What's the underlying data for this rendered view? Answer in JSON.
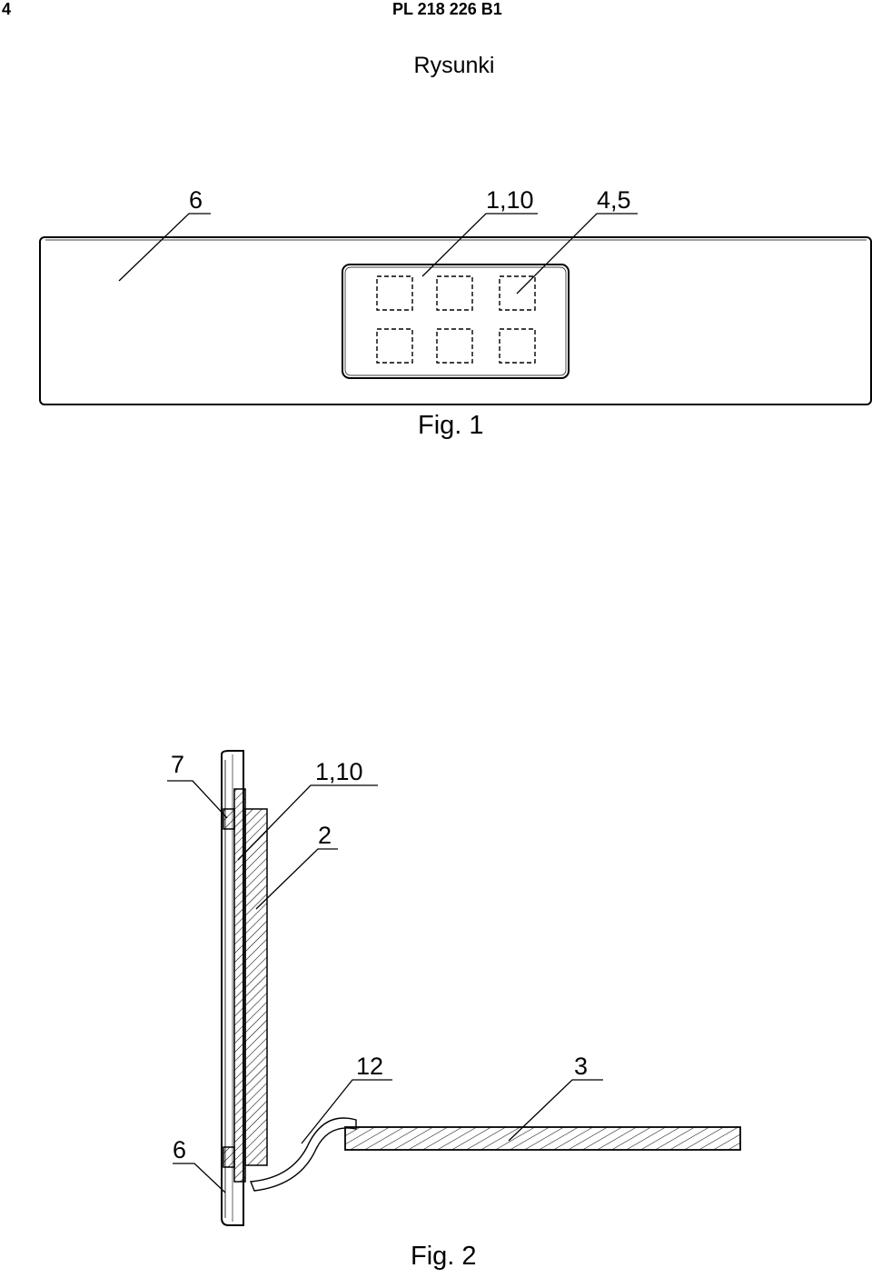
{
  "header": {
    "page_number": "4",
    "doc_id": "PL 218 226 B1"
  },
  "section_title": "Rysunki",
  "fig1": {
    "caption": "Fig. 1",
    "labels": {
      "panel": "6",
      "sensor": "1,10",
      "fields": "4,5"
    }
  },
  "fig2": {
    "caption": "Fig. 2",
    "labels": {
      "seal": "7",
      "sensor": "1,10",
      "board": "2",
      "cable": "12",
      "base": "3",
      "panel": "6"
    }
  }
}
